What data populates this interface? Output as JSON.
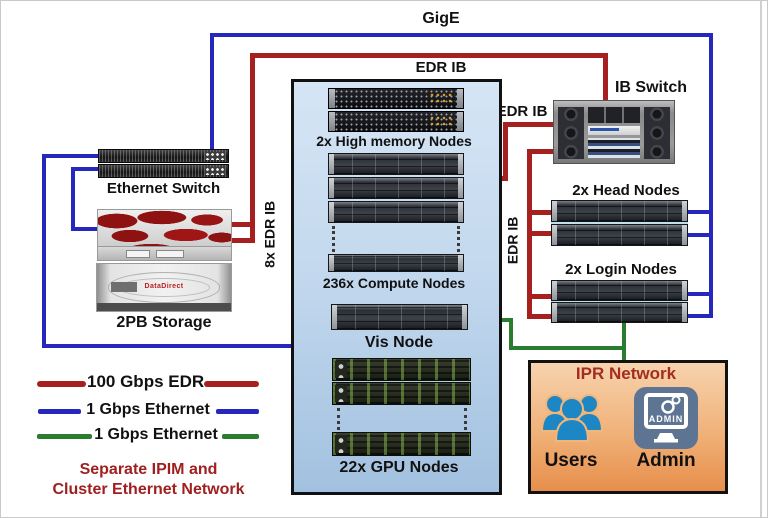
{
  "labels": {
    "gige": "GigE",
    "edr_ib_top": "EDR IB",
    "edr_ib_link": "EDR IB",
    "edr_ib_trunk": "EDR IB",
    "edr_8x": "8x EDR IB",
    "ib_switch": "IB Switch",
    "ethernet_switch": "Ethernet Switch",
    "storage": "2PB Storage",
    "storage_brand": "DataDirect",
    "high_memory": "2x High memory Nodes",
    "compute": "236x Compute Nodes",
    "vis": "Vis Node",
    "gpu": "22x GPU Nodes",
    "head": "2x Head Nodes",
    "login": "2x Login Nodes"
  },
  "ipr": {
    "title": "IPR Network",
    "users": "Users",
    "admin": "Admin",
    "admin_screen": "ADMIN"
  },
  "legend": {
    "items": [
      {
        "label": "100 Gbps EDR",
        "color": "#a62020"
      },
      {
        "label": "1 Gbps Ethernet",
        "color": "#2527bd"
      },
      {
        "label": "1 Gbps Ethernet",
        "color": "#2a7d2e"
      }
    ],
    "note_line1": "Separate IPIM and",
    "note_line2": "Cluster Ethernet Network"
  },
  "colors": {
    "edr_red": "#a62020",
    "ethernet_blue": "#2527bd",
    "ipr_green": "#2a7d2e",
    "note_red": "#a02020",
    "ipr_title_red": "#a32d20",
    "users_blue": "#1d86c5",
    "admin_tile_slate": "#5d7492",
    "cluster_box_bg_top": "#d5e5f5",
    "cluster_box_bg_bottom": "#a2c1e0",
    "ipr_box_bg_top": "#f7d3ae",
    "ipr_box_bg_bottom": "#e78f4c"
  },
  "connections": [
    {
      "type": "GigE",
      "path": "Ethernet Switch - top rail - Head/Login Nodes (right rail)"
    },
    {
      "type": "1 Gbps Ethernet",
      "path": "Ethernet Switch - 2PB Storage"
    },
    {
      "type": "1 Gbps Ethernet",
      "path": "Ethernet Switch - Compute Nodes"
    },
    {
      "type": "8x EDR IB",
      "path": "2PB Storage - IB Switch"
    },
    {
      "type": "EDR IB",
      "path": "Compute/High memory Nodes - IB Switch"
    },
    {
      "type": "EDR IB",
      "path": "IB Switch - Head Nodes / Login Nodes"
    },
    {
      "type": "1 Gbps Ethernet (IPR)",
      "path": "Vis Node - IPR Network"
    },
    {
      "type": "1 Gbps Ethernet (IPR)",
      "path": "Login Nodes - IPR Network"
    }
  ]
}
